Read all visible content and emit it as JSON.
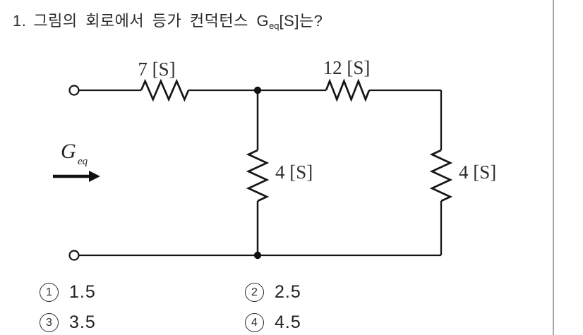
{
  "page": {
    "background": "#ffffff",
    "ink": "#1c1c1c",
    "divider_color": "#a8a8a8"
  },
  "question": {
    "number": "1.",
    "text": "그림의 회로에서 등가 컨덕턴스",
    "symbol": "G",
    "symbol_sub": "eq",
    "suffix": "[S]는?"
  },
  "circuit": {
    "source": {
      "symbol": "G",
      "sub": "eq"
    },
    "resistors": [
      {
        "position": "top-left",
        "label": "7 [S]"
      },
      {
        "position": "top-right",
        "label": "12 [S]"
      },
      {
        "position": "middle-branch",
        "label": "4 [S]"
      },
      {
        "position": "right-branch",
        "label": "4 [S]"
      }
    ]
  },
  "choices": [
    {
      "marker": "1",
      "value": "1.5"
    },
    {
      "marker": "2",
      "value": "2.5"
    },
    {
      "marker": "3",
      "value": "3.5"
    },
    {
      "marker": "4",
      "value": "4.5"
    }
  ]
}
